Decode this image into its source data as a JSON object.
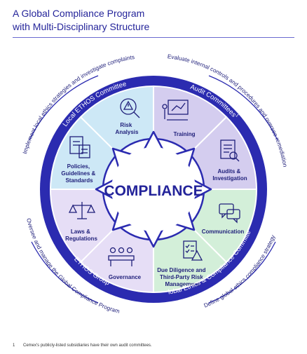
{
  "header": {
    "title_line1": "A Global Compliance Program",
    "title_line2": "with Multi-Disciplinary Structure"
  },
  "center": {
    "label": "COMPLIANCE"
  },
  "segments": [
    {
      "label_lines": [
        "Risk",
        "Analysis"
      ],
      "icon": "magnifier-warning-icon"
    },
    {
      "label_lines": [
        "Training"
      ],
      "icon": "presentation-icon"
    },
    {
      "label_lines": [
        "Audits &",
        "Investigation"
      ],
      "icon": "document-search-icon"
    },
    {
      "label_lines": [
        "Communication"
      ],
      "icon": "speech-bubbles-icon"
    },
    {
      "label_lines": [
        "Due Diligence and",
        "Third-Party Risk",
        "Management"
      ],
      "icon": "checklist-warning-icon"
    },
    {
      "label_lines": [
        "Governance"
      ],
      "icon": "meeting-icon"
    },
    {
      "label_lines": [
        "Laws &",
        "Regulations"
      ],
      "icon": "scales-icon"
    },
    {
      "label_lines": [
        "Policies,",
        "Guidelines &",
        "Standards"
      ],
      "icon": "policy-document-icon"
    }
  ],
  "ring_labels": {
    "local_ethos": "Local ETHOS Committee",
    "audit": "Audit Committees",
    "audit_superscript": "1",
    "global_ethics": "Global Ethics & Compliance Committee",
    "ethos_group": "ETHOS Group"
  },
  "outer_labels": {
    "top_left": "Implement local ethics strategies and investigate complaints",
    "top_right": "Evaluate internal controls and procedures and oversee remediation",
    "bottom_right": "Define global ethics compliance strategy",
    "bottom_left": "Oversee and manage the Global Compliance Program"
  },
  "footnote": {
    "number": "1",
    "text": "Cemex's publicly-listed subsidiaries have their own audit committees."
  },
  "colors": {
    "ring": "#2b2bb0",
    "segment_blue": "#cde8f6",
    "segment_purple": "#d4cdef",
    "segment_green": "#d3efd9",
    "segment_lavender": "#e6def6",
    "text": "#1f1f7a"
  }
}
